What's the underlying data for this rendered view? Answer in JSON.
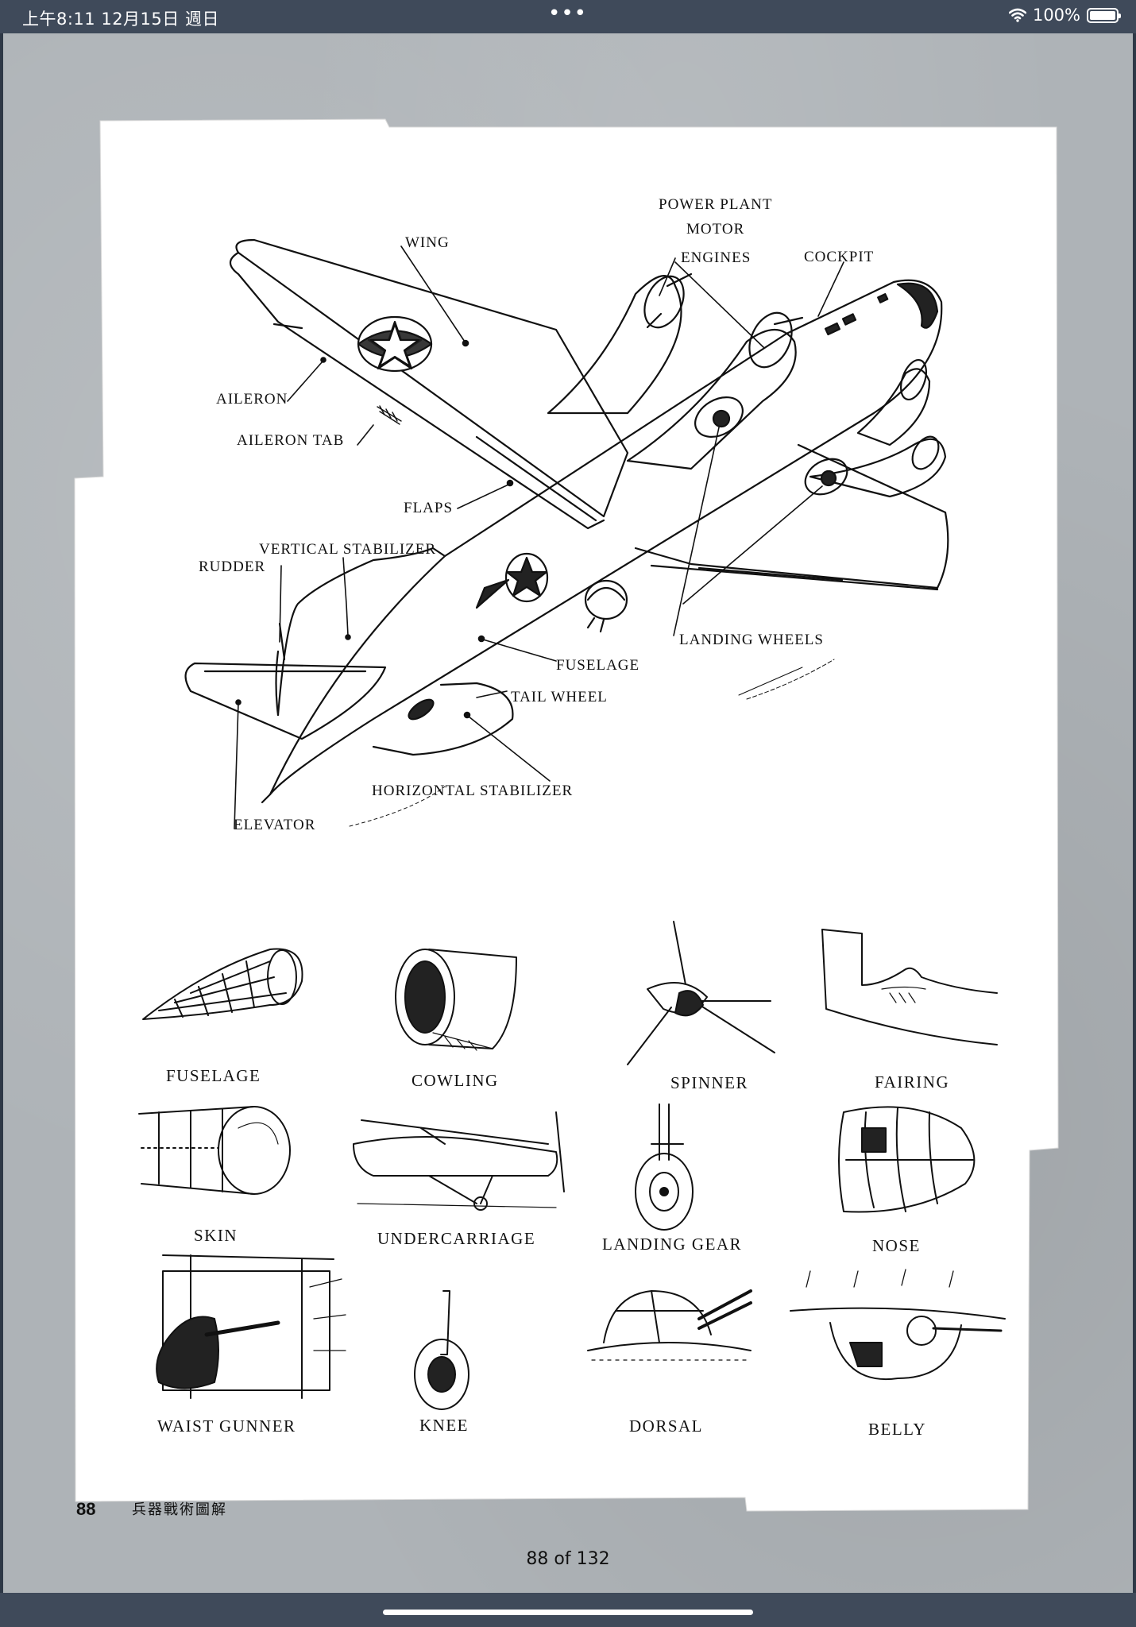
{
  "status_bar": {
    "time": "上午8:11   12月15日 週日",
    "dots": "•••",
    "battery": "100%"
  },
  "page": {
    "page_number": "88",
    "book_title": "兵器戰術圖解",
    "counter": "88 of 132"
  },
  "diagram_labels": {
    "wing": "WING",
    "power_plant": "POWER PLANT",
    "motor": "MOTOR",
    "engines": "ENGINES",
    "cockpit": "COCKPIT",
    "aileron": "AILERON",
    "aileron_tab": "AILERON TAB",
    "flaps": "FLAPS",
    "vertical_stabilizer": "VERTICAL STABILIZER",
    "rudder": "RUDDER",
    "fuselage": "FUSELAGE",
    "tail_wheel": "TAIL WHEEL",
    "landing_wheels": "LANDING WHEELS",
    "horizontal_stabilizer": "HORIZONTAL STABILIZER",
    "elevator": "ELEVATOR"
  },
  "parts": [
    {
      "label": "FUSELAGE",
      "icon": "fuselage-sketch-icon"
    },
    {
      "label": "COWLING",
      "icon": "cowling-sketch-icon"
    },
    {
      "label": "SPINNER",
      "icon": "spinner-sketch-icon"
    },
    {
      "label": "FAIRING",
      "icon": "fairing-sketch-icon"
    },
    {
      "label": "SKIN",
      "icon": "skin-sketch-icon"
    },
    {
      "label": "UNDERCARRIAGE",
      "icon": "undercarriage-sketch-icon"
    },
    {
      "label": "LANDING GEAR",
      "icon": "landing-gear-sketch-icon"
    },
    {
      "label": "NOSE",
      "icon": "nose-sketch-icon"
    },
    {
      "label": "WAIST GUNNER",
      "icon": "waist-gunner-sketch-icon"
    },
    {
      "label": "KNEE",
      "icon": "knee-sketch-icon"
    },
    {
      "label": "DORSAL",
      "icon": "dorsal-sketch-icon"
    },
    {
      "label": "BELLY",
      "icon": "belly-sketch-icon"
    }
  ],
  "colors": {
    "chrome": "#3f4a5a",
    "paper": "#ffffff",
    "background_texture": "#aeb3b7",
    "ink": "#111111"
  }
}
